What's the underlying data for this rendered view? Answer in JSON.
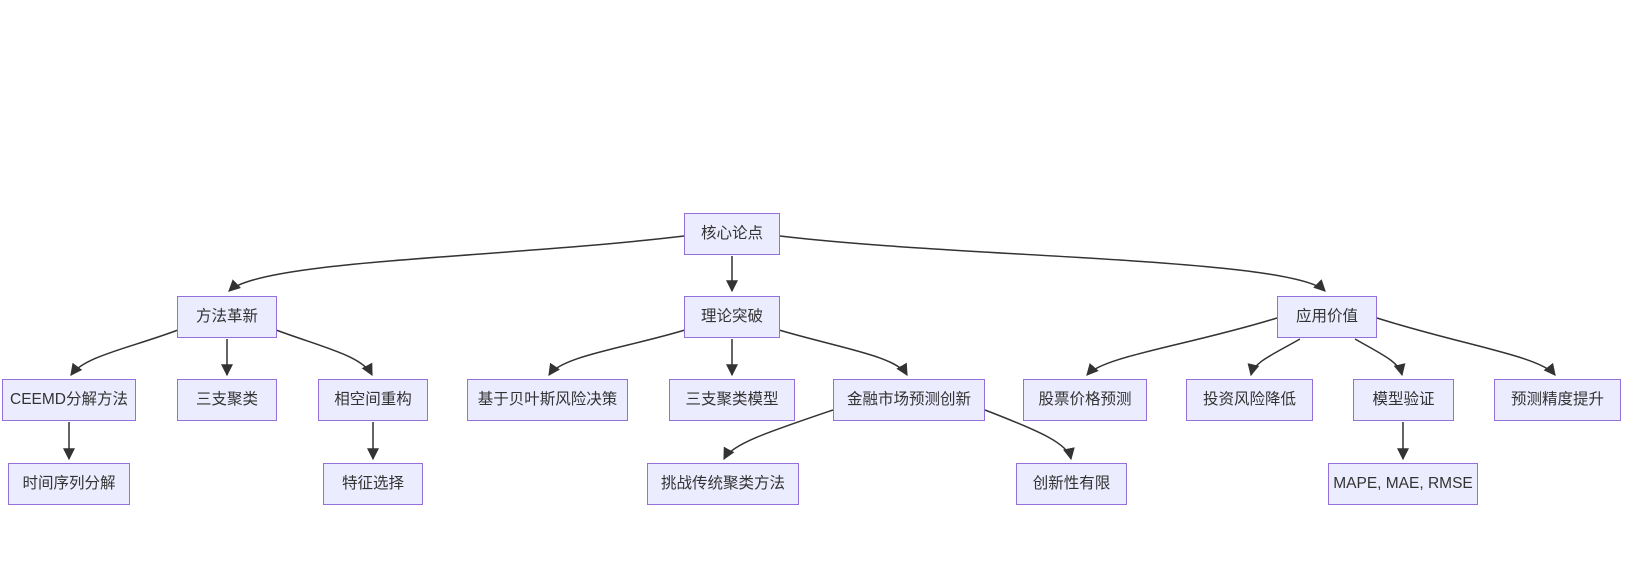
{
  "diagram": {
    "type": "flowchart",
    "direction": "top-down",
    "colors": {
      "node_fill": "#ECECFF",
      "node_border": "#9370DB",
      "edge_line": "#333333",
      "node_text": "#333333",
      "background": "#ffffff"
    },
    "nodes": {
      "root": {
        "label": "核心论点"
      },
      "method": {
        "label": "方法革新"
      },
      "theory": {
        "label": "理论突破"
      },
      "application": {
        "label": "应用价值"
      },
      "ceemd": {
        "label": "CEEMD分解方法"
      },
      "three_way_clustering": {
        "label": "三支聚类"
      },
      "phase_space": {
        "label": "相空间重构"
      },
      "bayes_risk": {
        "label": "基于贝叶斯风险决策"
      },
      "three_way_model": {
        "label": "三支聚类模型"
      },
      "market_innovation": {
        "label": "金融市场预测创新"
      },
      "stock_prediction": {
        "label": "股票价格预测"
      },
      "risk_reduction": {
        "label": "投资风险降低"
      },
      "model_validation": {
        "label": "模型验证"
      },
      "accuracy_improvement": {
        "label": "预测精度提升"
      },
      "time_series_decomposition": {
        "label": "时间序列分解"
      },
      "feature_selection": {
        "label": "特征选择"
      },
      "challenge_traditional_clustering": {
        "label": "挑战传统聚类方法"
      },
      "limited_novelty": {
        "label": "创新性有限"
      },
      "metrics": {
        "label": "MAPE, MAE, RMSE"
      }
    },
    "edges": [
      {
        "from": "root",
        "to": "method"
      },
      {
        "from": "root",
        "to": "theory"
      },
      {
        "from": "root",
        "to": "application"
      },
      {
        "from": "method",
        "to": "ceemd"
      },
      {
        "from": "method",
        "to": "three_way_clustering"
      },
      {
        "from": "method",
        "to": "phase_space"
      },
      {
        "from": "theory",
        "to": "bayes_risk"
      },
      {
        "from": "theory",
        "to": "three_way_model"
      },
      {
        "from": "theory",
        "to": "market_innovation"
      },
      {
        "from": "application",
        "to": "stock_prediction"
      },
      {
        "from": "application",
        "to": "risk_reduction"
      },
      {
        "from": "application",
        "to": "model_validation"
      },
      {
        "from": "application",
        "to": "accuracy_improvement"
      },
      {
        "from": "ceemd",
        "to": "time_series_decomposition"
      },
      {
        "from": "phase_space",
        "to": "feature_selection"
      },
      {
        "from": "market_innovation",
        "to": "challenge_traditional_clustering"
      },
      {
        "from": "market_innovation",
        "to": "limited_novelty"
      },
      {
        "from": "model_validation",
        "to": "metrics"
      }
    ]
  }
}
